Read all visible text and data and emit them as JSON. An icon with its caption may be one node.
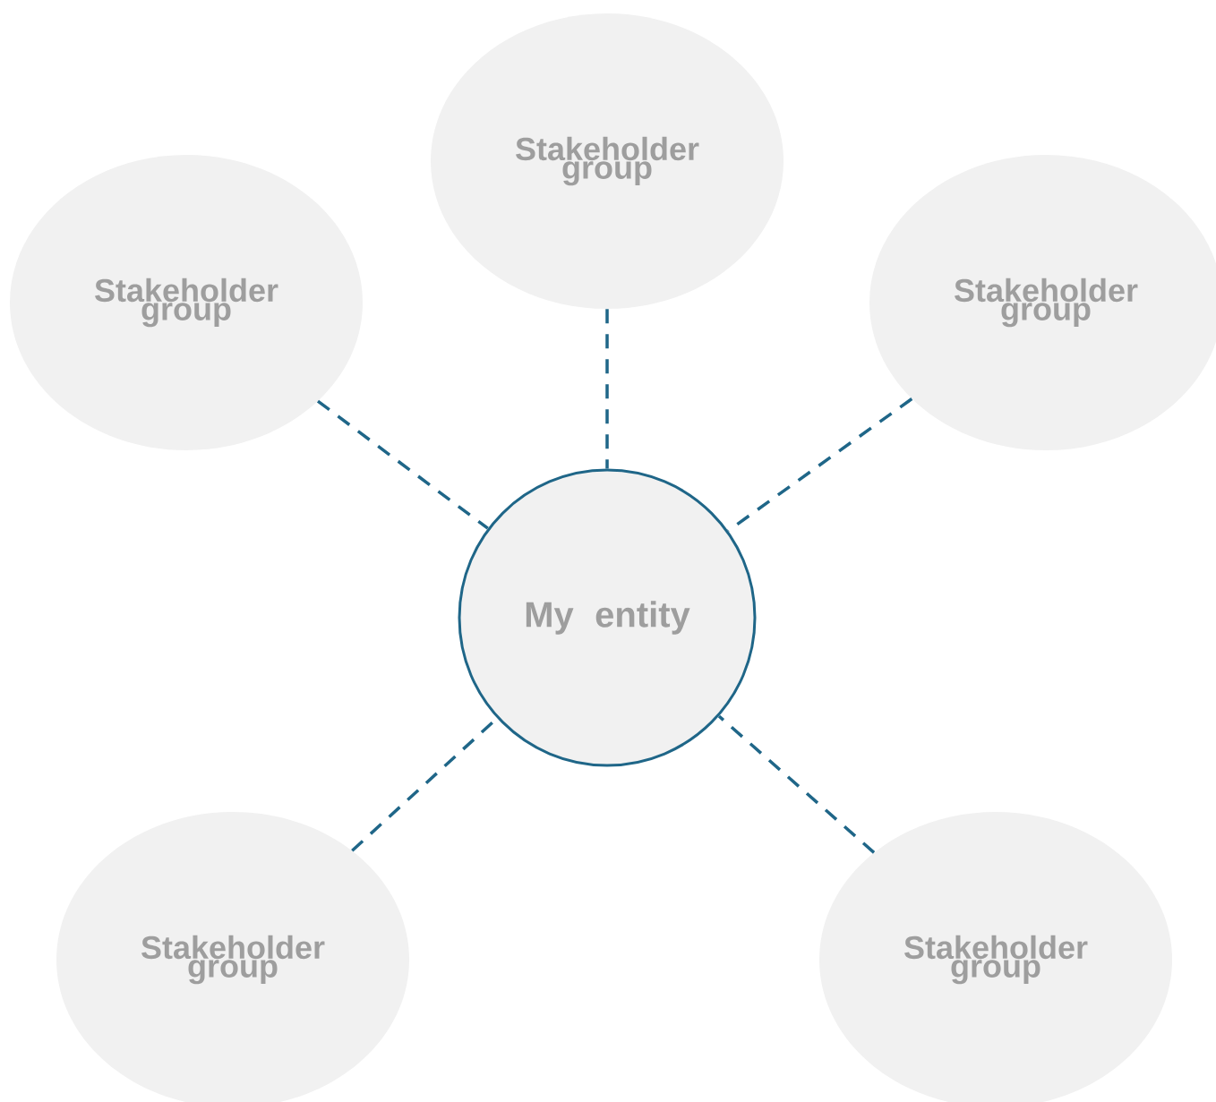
{
  "diagram": {
    "nodes": [
      {
        "text": [
          "Stakeholder group"
        ]
      },
      {
        "text": [
          "Stakeholder group"
        ]
      },
      {
        "text": [
          "Stakeholder group"
        ]
      },
      {
        "text": [
          "My entity"
        ]
      },
      {
        "text": [
          "Stakeholder group"
        ]
      },
      {
        "text": [
          "Stakeholder group"
        ]
      }
    ],
    "edges": [
      {
        "from": 0,
        "to": 3,
        "arrow": "none",
        "style": "dashed"
      },
      {
        "from": 1,
        "to": 3,
        "arrow": "none",
        "style": "dashed"
      },
      {
        "from": 2,
        "to": 3,
        "arrow": "none",
        "style": "dashed"
      },
      {
        "from": 4,
        "to": 3,
        "arrow": "none",
        "style": "dashed"
      },
      {
        "from": 5,
        "to": 3,
        "arrow": "none",
        "style": "dashed"
      }
    ]
  }
}
